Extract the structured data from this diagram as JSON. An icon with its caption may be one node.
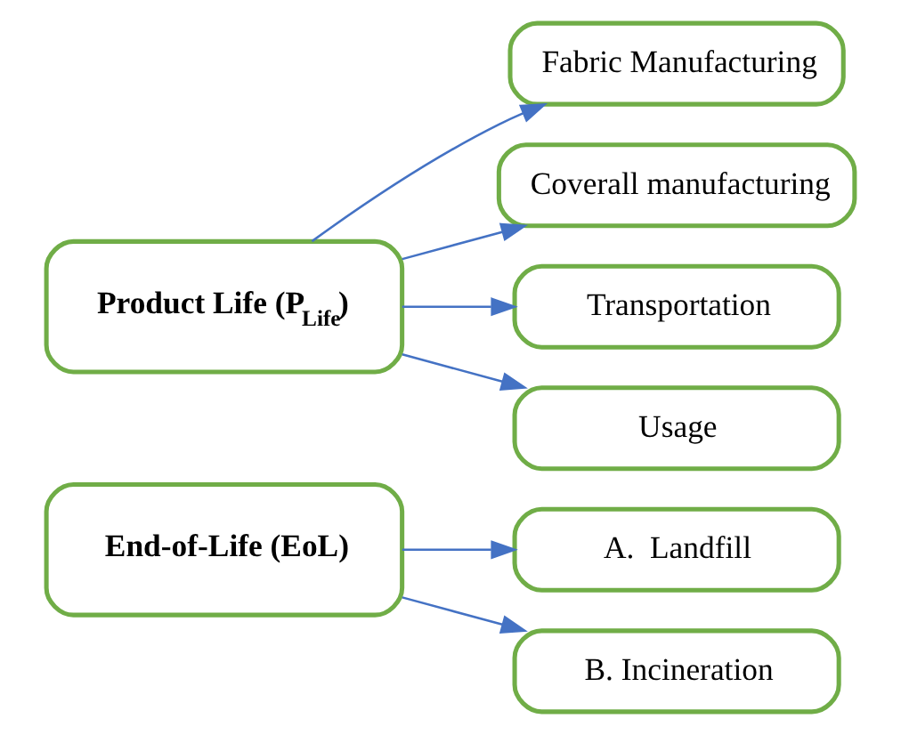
{
  "diagram": {
    "nodes": [
      {
        "text": [
          "Product Life (P$_{Life}$)"
        ]
      },
      {
        "text": [
          "Fabric Manufacturing"
        ]
      },
      {
        "text": [
          "Coverall manufacturing"
        ]
      },
      {
        "text": [
          "Transportation"
        ]
      },
      {
        "text": [
          "Usage"
        ]
      },
      {
        "text": [
          "End-of-Life (EoL)"
        ]
      },
      {
        "text": [
          "A.  Landfill"
        ]
      },
      {
        "text": [
          "B. Incineration"
        ]
      }
    ],
    "edges": [
      {
        "from": 0,
        "to": 1,
        "arrow": "to"
      },
      {
        "from": 0,
        "to": 2,
        "arrow": "to"
      },
      {
        "from": 0,
        "to": 3,
        "arrow": "to"
      },
      {
        "from": 0,
        "to": 4,
        "arrow": "to"
      },
      {
        "from": 5,
        "to": 6,
        "arrow": "to"
      },
      {
        "from": 5,
        "to": 7,
        "arrow": "to"
      }
    ]
  }
}
